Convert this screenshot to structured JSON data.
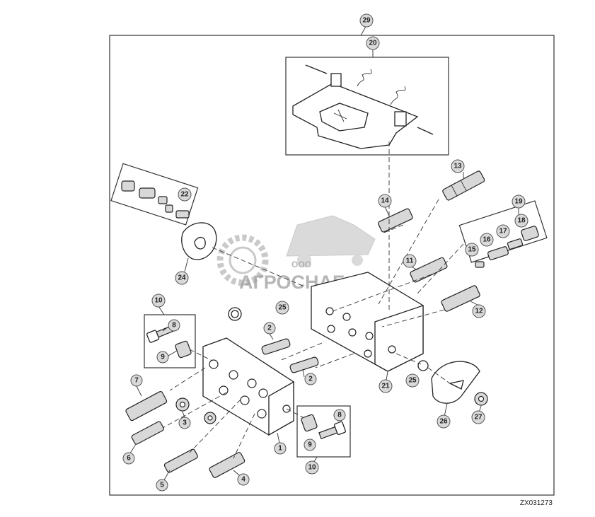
{
  "diagram": {
    "figure_id": "ZX031273",
    "callouts": [
      "29",
      "20",
      "13",
      "14",
      "22",
      "19",
      "18",
      "17",
      "16",
      "15",
      "11",
      "12",
      "24",
      "10",
      "8",
      "9",
      "25",
      "2",
      "7",
      "3",
      "6",
      "5",
      "4",
      "1",
      "21",
      "26",
      "27"
    ],
    "watermark": {
      "line1": "ООО",
      "line2": "АГРОСНАБ"
    }
  }
}
